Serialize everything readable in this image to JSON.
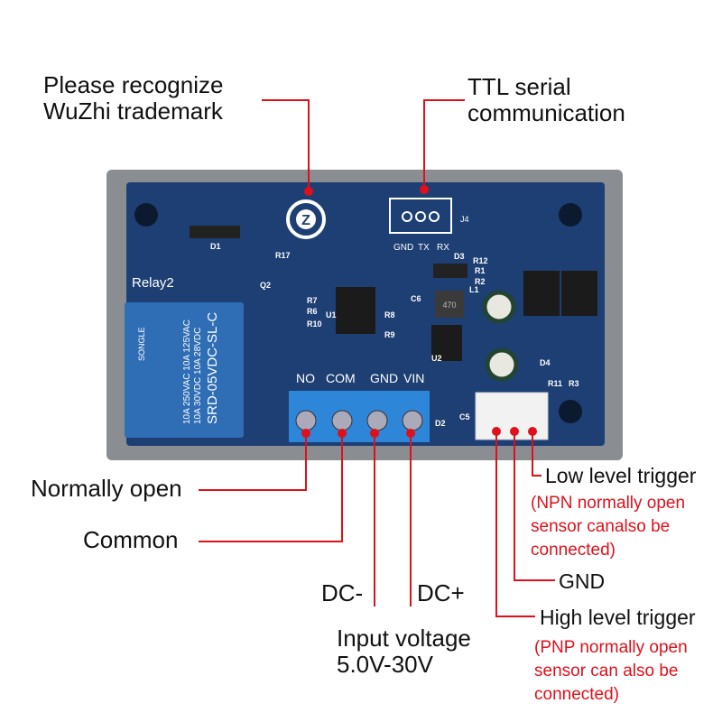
{
  "callouts": {
    "trademark": [
      "Please recognize",
      "WuZhi trademark"
    ],
    "ttl": [
      "TTL serial",
      "communication"
    ],
    "normally_open": "Normally open",
    "common": "Common",
    "dc_minus": "DC-",
    "dc_plus": "DC+",
    "input_voltage": [
      "Input voltage",
      "5.0V-30V"
    ],
    "low_trigger": "Low level trigger",
    "low_note": [
      "(NPN normally open",
      "sensor canalso be",
      "connected)"
    ],
    "gnd": "GND",
    "high_trigger": "High level trigger",
    "high_note": [
      "(PNP normally open",
      "sensor can also be",
      "connected)"
    ]
  },
  "board": {
    "relay_label": "Relay2",
    "terminal_labels": [
      "NO",
      "COM",
      "GND",
      "VIN"
    ],
    "header_labels": [
      "GND",
      "TX",
      "RX"
    ],
    "header_ref": "J4",
    "relay_text": [
      "SONGLE",
      "10A 250VAC 10A 125VAC",
      "10A 30VDC 10A 28VDC",
      "SRD-05VDC-SL-C"
    ],
    "component_refs": [
      "D1",
      "R17",
      "Q2",
      "R7",
      "R6",
      "R10",
      "U1",
      "R8",
      "R9",
      "C6",
      "L1",
      "D3",
      "R12",
      "R1",
      "R2",
      "U2",
      "D4",
      "R11",
      "R3",
      "C5",
      "D2"
    ],
    "inductor_marking": "470"
  },
  "colors": {
    "leader": "#e0101a",
    "pcb": "#1d3f73",
    "case": "#8a8d91",
    "relay": "#2f6db5",
    "terminal": "#2e86d8"
  }
}
